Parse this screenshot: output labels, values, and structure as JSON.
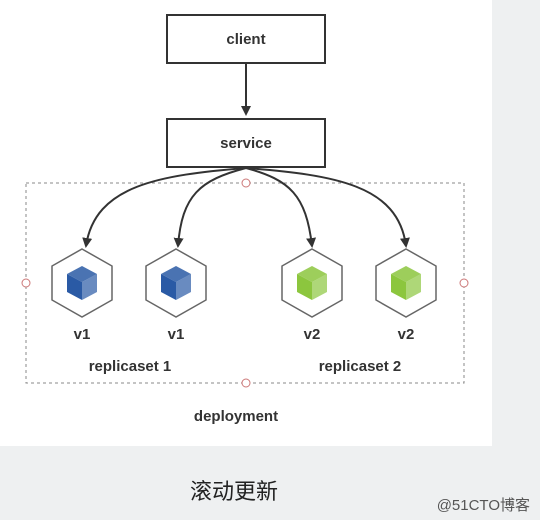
{
  "nodes": {
    "client": "client",
    "service": "service"
  },
  "pods": [
    {
      "version": "v1",
      "color": "#2a5aa5"
    },
    {
      "version": "v1",
      "color": "#2a5aa5"
    },
    {
      "version": "v2",
      "color": "#8cc63e"
    },
    {
      "version": "v2",
      "color": "#8cc63e"
    }
  ],
  "replicasets": [
    "replicaset 1",
    "replicaset 2"
  ],
  "deployment_label": "deployment",
  "caption": "滚动更新",
  "watermark": "@51CTO博客"
}
